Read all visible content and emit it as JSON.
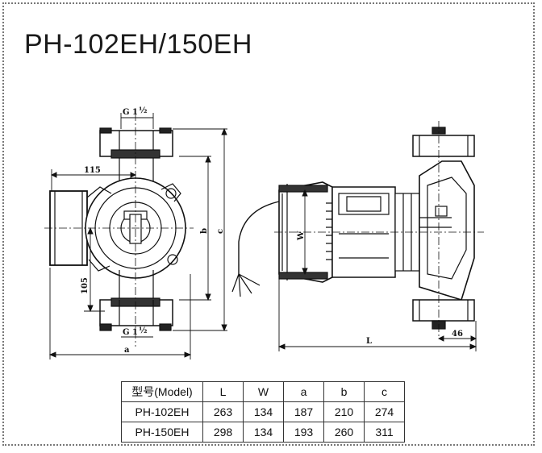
{
  "title": "PH-102EH/150EH",
  "labels": {
    "g_top": "G 1",
    "g_bottom": "G 1",
    "half": "½",
    "dim_115": "115",
    "dim_105": "105",
    "dim_b": "b",
    "dim_c": "c",
    "dim_a": "a",
    "dim_w": "W",
    "dim_l": "L",
    "dim_46": "46"
  },
  "spec_table": {
    "headers": [
      "型号(Model)",
      "L",
      "W",
      "a",
      "b",
      "c"
    ],
    "rows": [
      [
        "PH-102EH",
        "263",
        "134",
        "187",
        "210",
        "274"
      ],
      [
        "PH-150EH",
        "298",
        "134",
        "193",
        "260",
        "311"
      ]
    ]
  }
}
